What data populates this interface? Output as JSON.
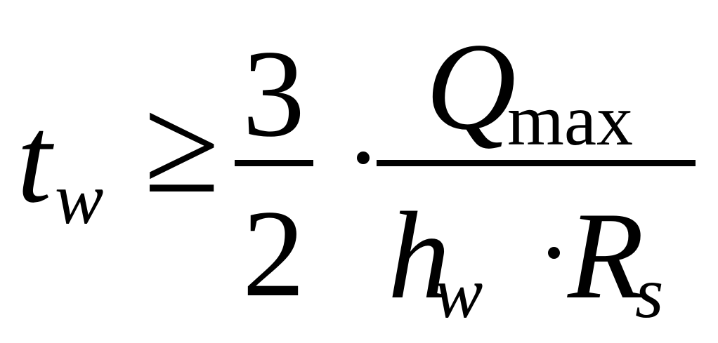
{
  "formula": {
    "lhs": {
      "base": "t",
      "subscript": "w"
    },
    "relation": "≥",
    "coefficient": {
      "numerator": "3",
      "denominator": "2"
    },
    "operator": "·",
    "fraction": {
      "numerator": {
        "base": "Q",
        "subscript": "max"
      },
      "denominator": {
        "left": {
          "base": "h",
          "subscript": "w"
        },
        "operator": "·",
        "right": {
          "base": "R",
          "subscript": "s"
        }
      }
    }
  }
}
